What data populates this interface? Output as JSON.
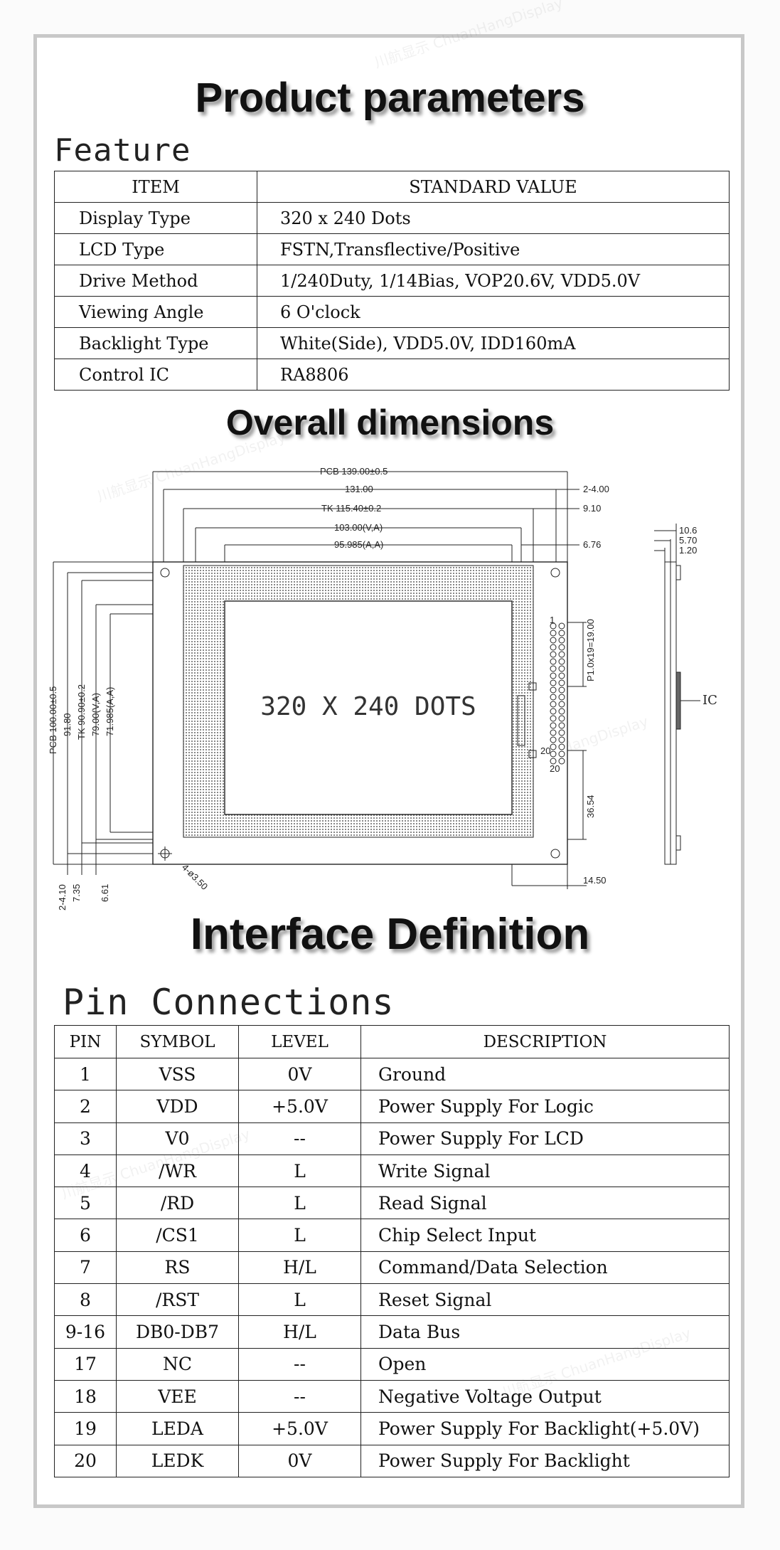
{
  "watermark": {
    "brand_cn": "川航显示",
    "brand_en": "ChuanHangDisplay"
  },
  "headings": {
    "product_parameters": "Product parameters",
    "overall_dimensions": "Overall dimensions",
    "interface_definition": "Interface Definition"
  },
  "feature": {
    "title": "Feature",
    "headers": {
      "item": "ITEM",
      "value": "STANDARD VALUE"
    },
    "rows": [
      {
        "item": "Display Type",
        "value": "320 x 240 Dots"
      },
      {
        "item": "LCD Type",
        "value": "FSTN,Transflective/Positive"
      },
      {
        "item": "Drive Method",
        "value": "1/240Duty, 1/14Bias, VOP20.6V, VDD5.0V"
      },
      {
        "item": "Viewing Angle",
        "value": "6 O'clock"
      },
      {
        "item": "Backlight Type",
        "value": "White(Side), VDD5.0V, IDD160mA"
      },
      {
        "item": "Control IC",
        "value": "RA8806"
      }
    ]
  },
  "dimensions": {
    "pcb_width": "PCB 139.00±0.5",
    "w131": "131.00",
    "tk_width": "TK 115.40±0.2",
    "va_width": "103.00(V,A)",
    "aa_width": "95.985(A,A)",
    "r_2_4": "2-4.00",
    "r_9_10": "9.10",
    "r_6_76": "6.76",
    "pcb_height": "PCB 100.00±0.5",
    "h91": "91.80",
    "tk_height": "TK 90.90±0.2",
    "va_height": "79.00(V,A)",
    "aa_height": "71.985(A,A)",
    "b_2_4_10": "2-4.10",
    "b_7_35": "7.35",
    "b_6_61": "6.61",
    "hole": "4-ø3.50",
    "screen_text": "320 X 240 DOTS",
    "pin_pitch": "P1.0x19=19.00",
    "pin_1": "1",
    "pin_20": "20",
    "pin_20b": "20",
    "d36": "36.54",
    "d14": "14.50",
    "side_10_6": "10.6",
    "side_5_70": "5.70",
    "side_1_20": "1.20",
    "ic": "IC"
  },
  "pins": {
    "title": "Pin Connections",
    "headers": {
      "pin": "PIN",
      "symbol": "SYMBOL",
      "level": "LEVEL",
      "description": "DESCRIPTION"
    },
    "rows": [
      {
        "pin": "1",
        "symbol": "VSS",
        "level": "0V",
        "description": "Ground"
      },
      {
        "pin": "2",
        "symbol": "VDD",
        "level": "+5.0V",
        "description": "Power Supply For Logic"
      },
      {
        "pin": "3",
        "symbol": "V0",
        "level": "--",
        "description": "Power Supply For LCD"
      },
      {
        "pin": "4",
        "symbol": "/WR",
        "level": "L",
        "description": "Write Signal"
      },
      {
        "pin": "5",
        "symbol": "/RD",
        "level": "L",
        "description": "Read Signal"
      },
      {
        "pin": "6",
        "symbol": "/CS1",
        "level": "L",
        "description": "Chip Select Input"
      },
      {
        "pin": "7",
        "symbol": "RS",
        "level": "H/L",
        "description": "Command/Data Selection"
      },
      {
        "pin": "8",
        "symbol": "/RST",
        "level": "L",
        "description": "Reset Signal"
      },
      {
        "pin": "9-16",
        "symbol": "DB0-DB7",
        "level": "H/L",
        "description": "Data Bus"
      },
      {
        "pin": "17",
        "symbol": "NC",
        "level": "--",
        "description": "Open"
      },
      {
        "pin": "18",
        "symbol": "VEE",
        "level": "--",
        "description": "Negative Voltage Output"
      },
      {
        "pin": "19",
        "symbol": "LEDA",
        "level": "+5.0V",
        "description": "Power Supply For Backlight(+5.0V)"
      },
      {
        "pin": "20",
        "symbol": "LEDK",
        "level": "0V",
        "description": "Power Supply For Backlight"
      }
    ]
  }
}
